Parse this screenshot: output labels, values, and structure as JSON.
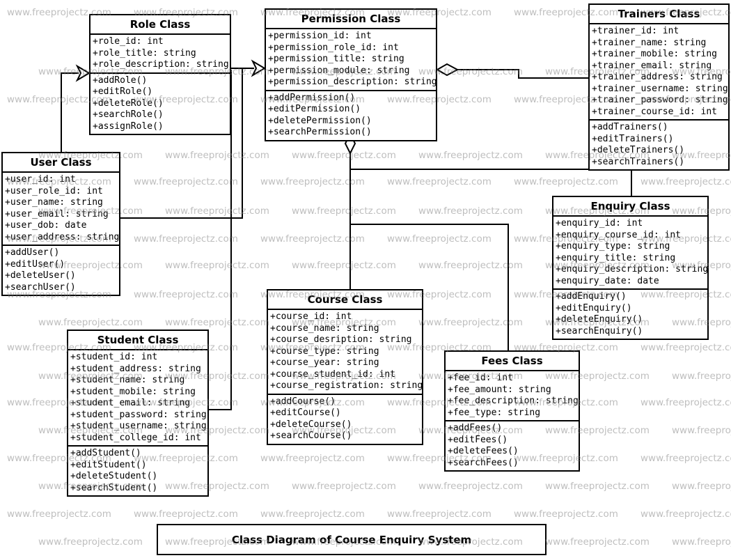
{
  "diagram_title": "Class Diagram of Course Enquiry System",
  "watermark": {
    "text": "www.freeprojectz.com",
    "color": "rgba(125,125,125,0.5)"
  },
  "colors": {
    "line": "#000000",
    "box_bg": "#ffffff",
    "text": "#000000"
  },
  "classes": [
    {
      "id": "role",
      "name": "Role Class",
      "attributes": [
        "+role_id: int",
        "+role_title: string",
        "+role_description: string"
      ],
      "methods": [
        "+addRole()",
        "+editRole()",
        "+deleteRole()",
        "+searchRole()",
        "+assignRole()"
      ]
    },
    {
      "id": "permission",
      "name": "Permission Class",
      "attributes": [
        "+permission_id: int",
        "+permission_role_id: int",
        "+permission_title: string",
        "+permission_module: string",
        "+permission_description: string"
      ],
      "methods": [
        "+addPermission()",
        "+editPermission()",
        "+deletePermission()",
        "+searchPermission()"
      ]
    },
    {
      "id": "trainers",
      "name": "Trainers Class",
      "attributes": [
        "+trainer_id: int",
        "+trainer_name: string",
        "+trainer_mobile: string",
        "+trainer_email: string",
        "+trainer_address: string",
        "+trainer_username: string",
        "+trainer_password: string",
        "+trainer_course_id: int"
      ],
      "methods": [
        "+addTrainers()",
        "+editTrainers()",
        "+deleteTrainers()",
        "+searchTrainers()"
      ]
    },
    {
      "id": "user",
      "name": "User Class",
      "attributes": [
        "+user_id: int",
        "+user_role_id: int",
        "+user_name: string",
        "+user_email: string",
        "+user_dob: date",
        "+user_address: string"
      ],
      "methods": [
        "+addUser()",
        "+editUser()",
        "+deleteUser()",
        "+searchUser()"
      ]
    },
    {
      "id": "enquiry",
      "name": "Enquiry Class",
      "attributes": [
        "+enquiry_id: int",
        "+enquiry_course_id: int",
        "+enquiry_type: string",
        "+enquiry_title: string",
        "+enquiry_description: string",
        "+enquiry_date: date"
      ],
      "methods": [
        "+addEnquiry()",
        "+editEnquiry()",
        "+deleteEnquiry()",
        "+searchEnquiry()"
      ]
    },
    {
      "id": "course",
      "name": "Course Class",
      "attributes": [
        "+course_id: int",
        "+course_name: string",
        "+course_desription: string",
        "+course_type: string",
        "+course_year: string",
        "+course_student_id: int",
        "+course_registration: string"
      ],
      "methods": [
        "+addCourse()",
        "+editCourse()",
        "+deleteCourse()",
        "+searchCourse()"
      ]
    },
    {
      "id": "fees",
      "name": "Fees Class",
      "attributes": [
        "+fee_id: int",
        "+fee_amount: string",
        "+fee_description: string",
        "+fee_type: string"
      ],
      "methods": [
        "+addFees()",
        "+editFees()",
        "+deleteFees()",
        "+searchFees()"
      ]
    },
    {
      "id": "student",
      "name": "Student Class",
      "attributes": [
        "+student_id: int",
        "+student_address: string",
        "+student_name: string",
        "+student_mobile: string",
        "+student_email: string",
        "+student_password: string",
        "+student_username: string",
        "+student_college_id: int"
      ],
      "methods": [
        "+addStudent()",
        "+editStudent()",
        "+deleteStudent()",
        "+searchStudent()"
      ]
    }
  ],
  "relationships": [
    {
      "from": "User Class",
      "to": "Role Class",
      "type": "generalization"
    },
    {
      "from": "Role Class",
      "to": "Permission Class",
      "type": "generalization"
    },
    {
      "from": "User Class",
      "to": "Permission Class",
      "type": "generalization"
    },
    {
      "from": "Student Class",
      "to": "Permission Class",
      "type": "generalization"
    },
    {
      "from": "Trainers Class",
      "to": "Permission Class",
      "type": "aggregation"
    },
    {
      "from": "Enquiry Class",
      "to": "Permission Class",
      "type": "aggregation"
    },
    {
      "from": "Course Class",
      "to": "Permission Class",
      "type": "aggregation"
    },
    {
      "from": "Fees Class",
      "to": "Permission Class",
      "type": "aggregation"
    }
  ]
}
